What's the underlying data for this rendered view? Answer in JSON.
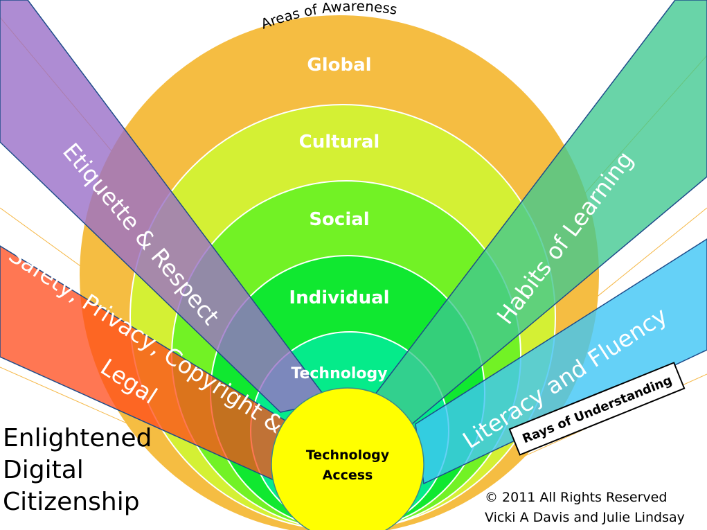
{
  "header": {
    "arc_title": "Areas of Awareness"
  },
  "areas": [
    {
      "label": "Global",
      "color": "#f5bd42"
    },
    {
      "label": "Cultural",
      "color": "#d4f034"
    },
    {
      "label": "Social",
      "color": "#72f225"
    },
    {
      "label": "Individual",
      "color": "#10e830"
    },
    {
      "label": "Technology",
      "color": "#05eb8a"
    }
  ],
  "center": {
    "line1": "Technology",
    "line2": "Access",
    "color": "#ffff00"
  },
  "rays": [
    {
      "label": "Etiquette & Respect",
      "color": "#9a6fc8"
    },
    {
      "label_line1": "Safety, Privacy, Copyright &",
      "label_line2": "Legal",
      "color": "#ff4040"
    },
    {
      "label": "Habits of Learning",
      "color": "#4fc88c"
    },
    {
      "label": "Literacy and Fluency",
      "color": "#4cc6f5"
    }
  ],
  "rays_box": {
    "label": "Rays of Understanding"
  },
  "title": {
    "line1": "Enlightened",
    "line2": "Digital",
    "line3": "Citizenship"
  },
  "copyright": {
    "line1": "© 2011 All Rights Reserved",
    "line2": "Vicki A Davis and Julie Lindsay"
  }
}
